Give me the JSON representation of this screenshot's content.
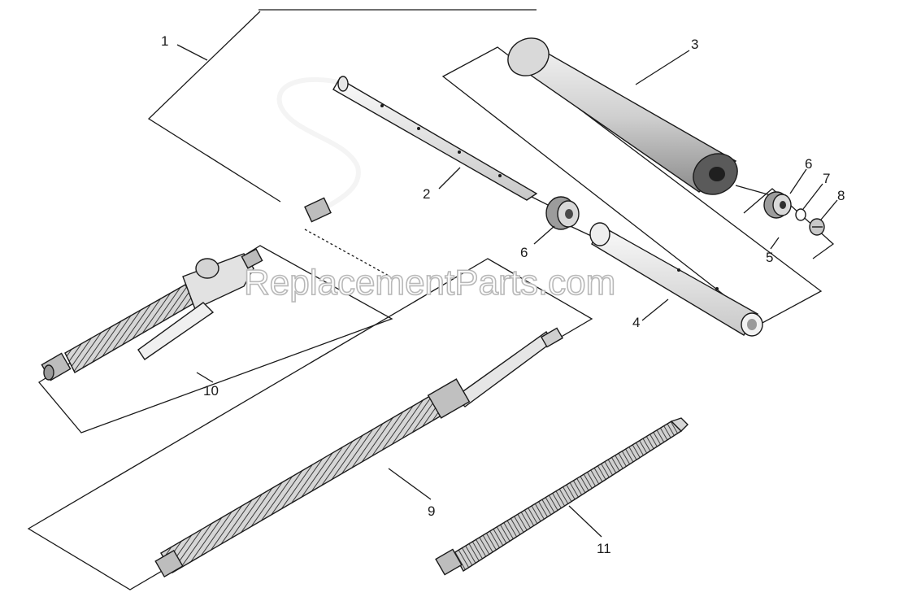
{
  "callouts": {
    "c1": "1",
    "c2": "2",
    "c3": "3",
    "c4": "4",
    "c5": "5",
    "c6a": "6",
    "c6b": "6",
    "c7": "7",
    "c8": "8",
    "c9": "9",
    "c10": "10",
    "c11": "11"
  },
  "watermark": "ReplacementParts.com"
}
